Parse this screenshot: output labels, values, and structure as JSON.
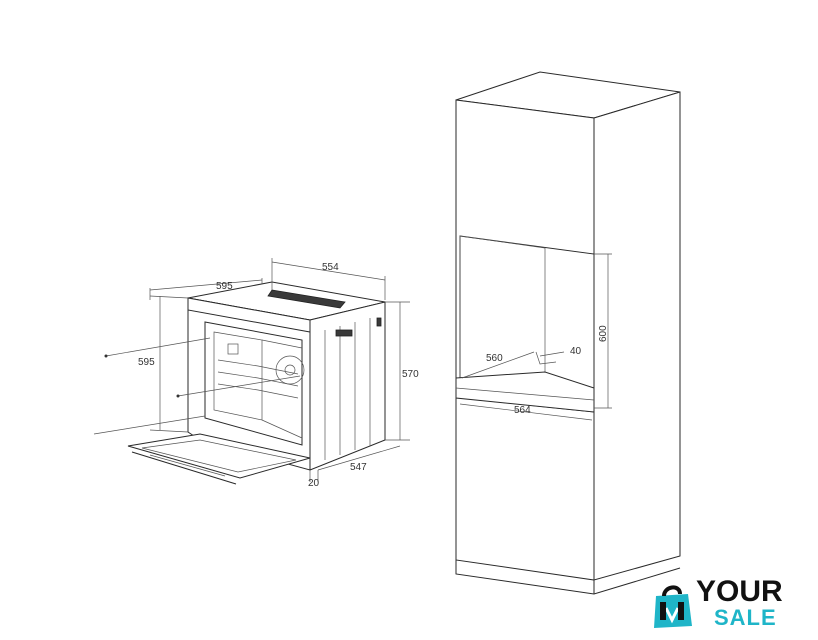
{
  "colors": {
    "line": "#2a2a2a",
    "logo_dark": "#111111",
    "logo_accent": "#1fb5c8"
  },
  "oven_dimensions": {
    "top_width": "554",
    "front_width": "595",
    "front_height": "595",
    "body_height": "570",
    "depth": "547",
    "door_offset": "20"
  },
  "cabinet_dimensions": {
    "niche_height": "600",
    "niche_depth": "560",
    "vent_gap": "40",
    "niche_width": "564"
  },
  "logo": {
    "word_top": "YOUR",
    "word_bottom": "SALE"
  }
}
